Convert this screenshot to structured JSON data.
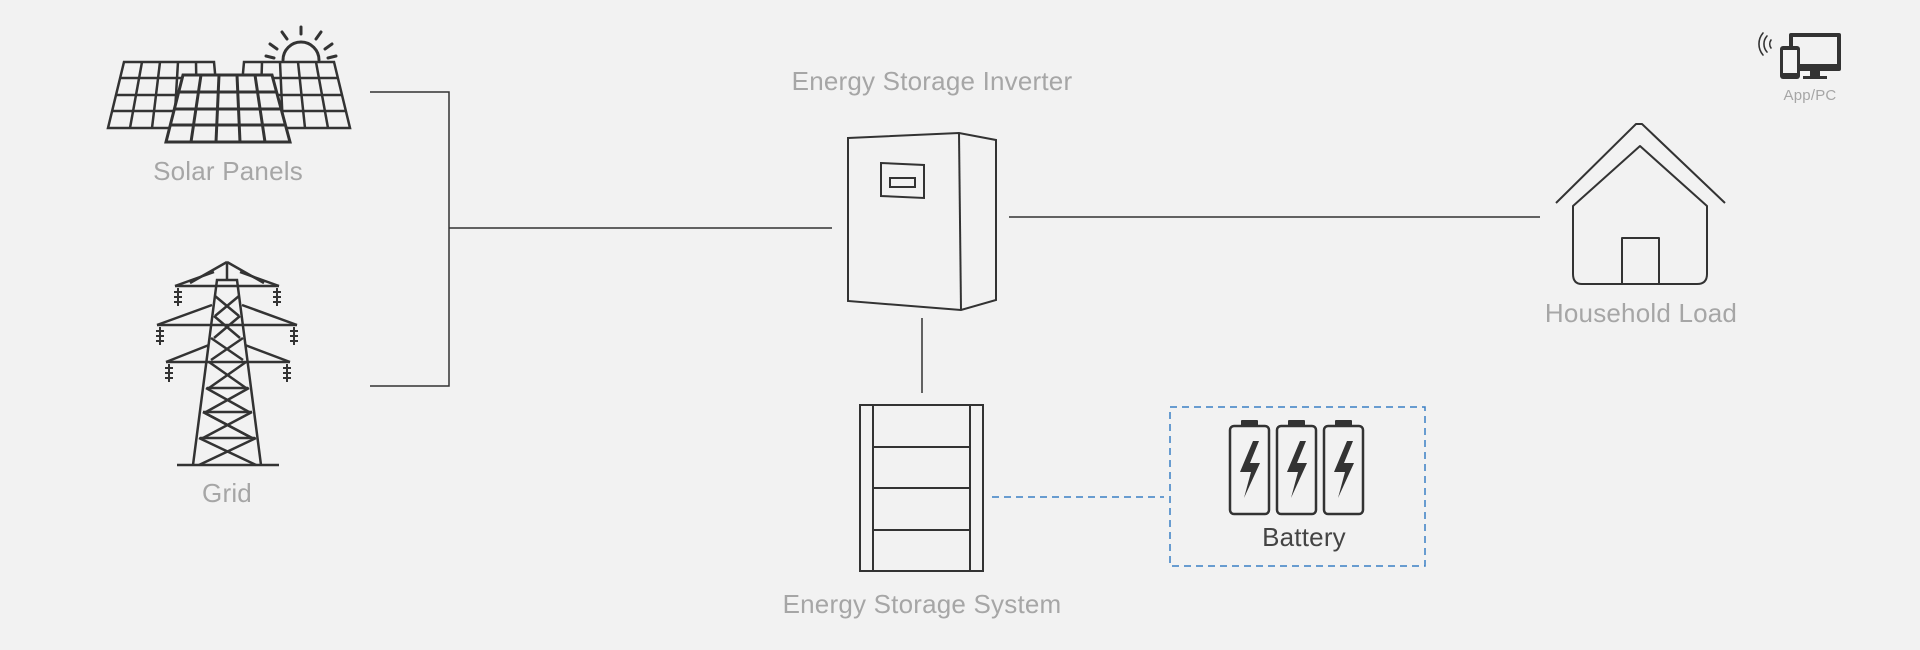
{
  "labels": {
    "solar": "Solar Panels",
    "grid": "Grid",
    "inverter": "Energy Storage Inverter",
    "load": "Household Load",
    "storage": "Energy Storage System",
    "battery": "Battery",
    "app": "App/PC"
  },
  "icons": {
    "solar": "solar-panels-icon",
    "grid": "power-tower-icon",
    "inverter": "inverter-icon",
    "load": "house-icon",
    "storage": "battery-rack-icon",
    "battery": "battery-cells-icon",
    "app": "phone-monitor-icon"
  },
  "colors": {
    "background": "#f2f2f2",
    "line": "#333333",
    "dashed_link": "#3a7fc4",
    "label": "#a6a6a6"
  }
}
